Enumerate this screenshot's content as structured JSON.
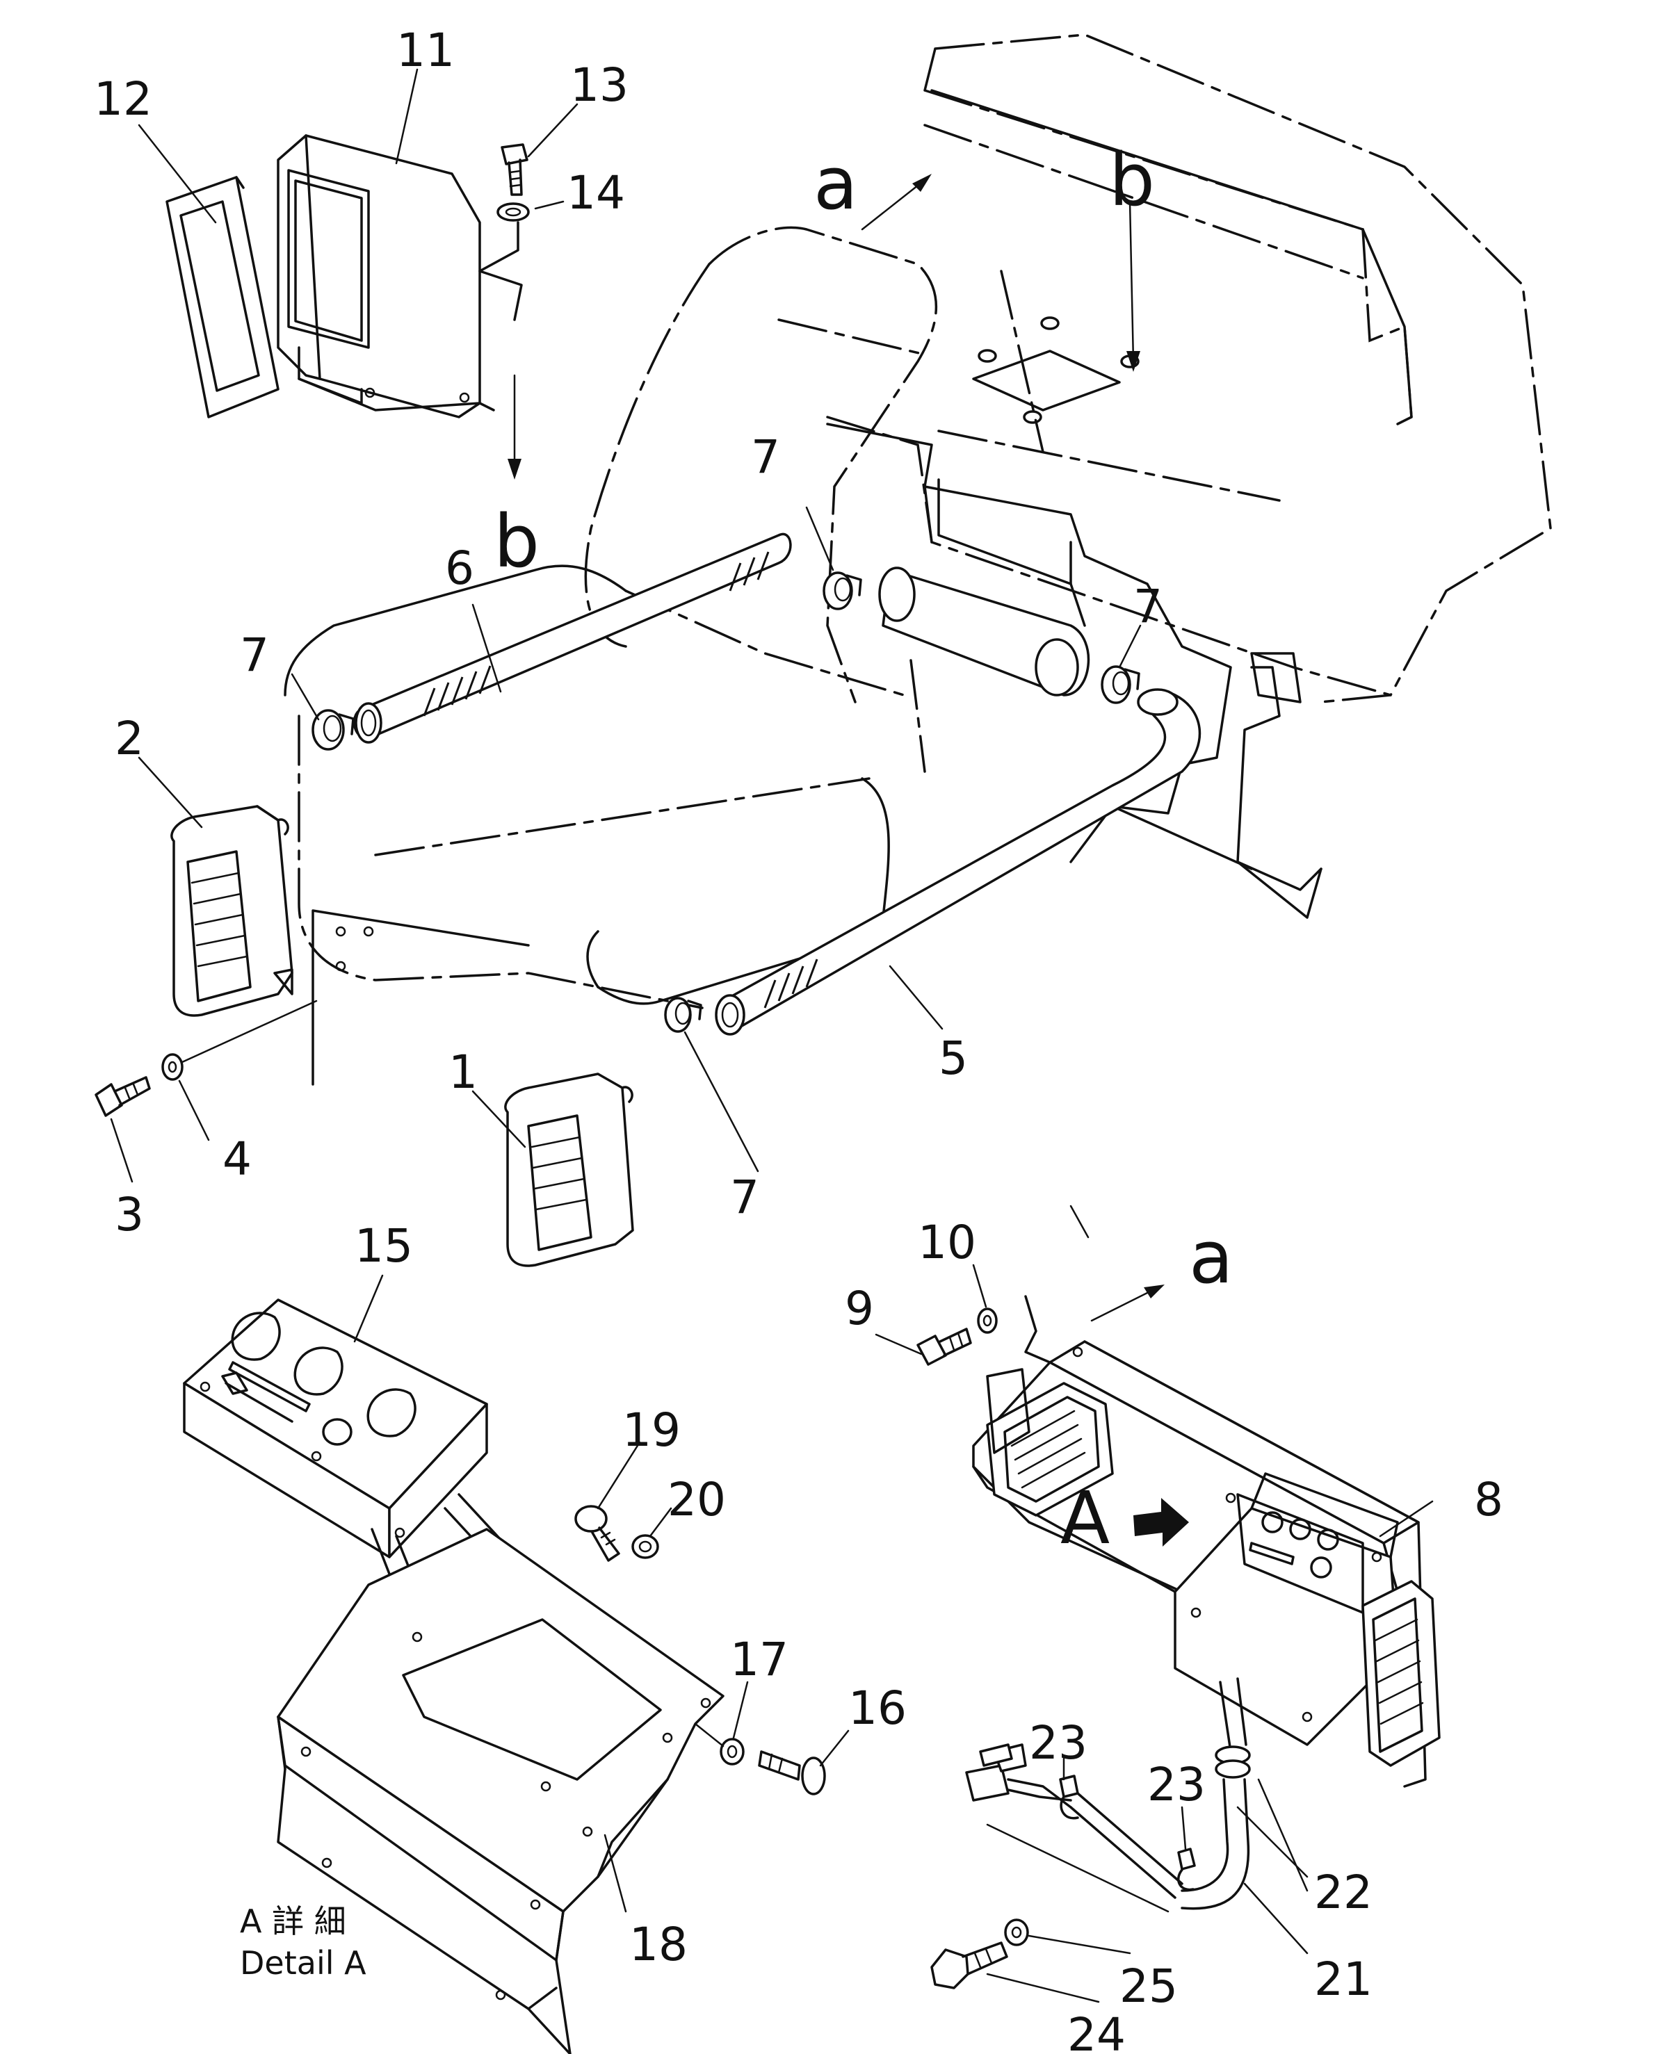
{
  "callouts": {
    "p1": "1",
    "p2": "2",
    "p3": "3",
    "p4": "4",
    "p5": "5",
    "p6": "6",
    "p7a": "7",
    "p7b": "7",
    "p7c": "7",
    "p7d": "7",
    "p8": "8",
    "p9": "9",
    "p10": "10",
    "p11": "11",
    "p12": "12",
    "p13": "13",
    "p14": "14",
    "p15": "15",
    "p16": "16",
    "p17": "17",
    "p18": "18",
    "p19": "19",
    "p20": "20",
    "p21": "21",
    "p22": "22",
    "p23a": "23",
    "p23b": "23",
    "p24": "24",
    "p25": "25"
  },
  "refs": {
    "a_top": "a",
    "a_bottom": "a",
    "b_top": "b",
    "b_left": "b",
    "A_view": "A"
  },
  "detail_caption": {
    "japanese": "A 詳 細",
    "english": "Detail A"
  }
}
